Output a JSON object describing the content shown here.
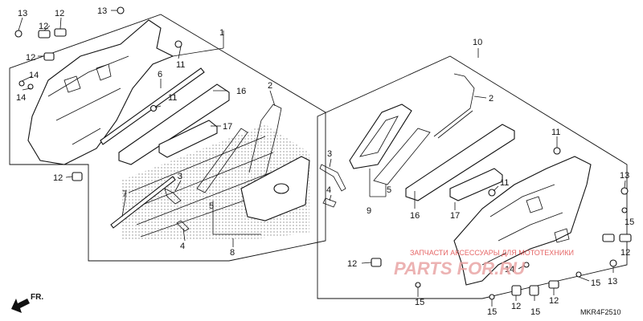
{
  "diagram": {
    "diagram_code": "MKR4F2510",
    "direction_label": "FR.",
    "watermark_text": "ЗАПЧАСТИ АКСЕССУАРЫ ДЛЯ МОТОТЕХНИКИ",
    "watermark_logo": "PARTS FOR.RU",
    "callouts_left": [
      "13",
      "12",
      "13",
      "11",
      "1",
      "12",
      "12",
      "14",
      "14",
      "11",
      "6",
      "16",
      "2",
      "17",
      "3",
      "7",
      "12",
      "5",
      "4",
      "8"
    ],
    "callouts_right": [
      "10",
      "2",
      "3",
      "4",
      "5",
      "9",
      "11",
      "16",
      "11",
      "17",
      "13",
      "15",
      "12",
      "14",
      "15",
      "13",
      "12",
      "15",
      "15",
      "12",
      "12",
      "15"
    ]
  }
}
